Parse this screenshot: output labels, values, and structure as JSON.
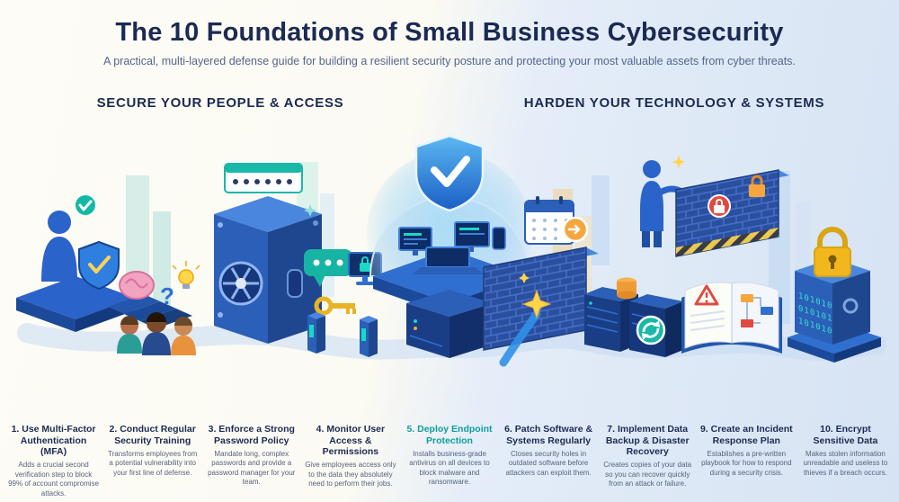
{
  "header": {
    "title": "The 10 Foundations of Small Business Cybersecurity",
    "subtitle": "A practical, multi-layered defense guide for building a resilient security posture and protecting your most valuable assets from cyber threats."
  },
  "sections": {
    "left": "SECURE YOUR PEOPLE & ACCESS",
    "right": "HARDEN YOUR TECHNOLOGY & SYSTEMS"
  },
  "items": [
    {
      "title": "1. Use Multi-Factor Authentication (MFA)",
      "desc": "Adds a crucial second verification step to block 99% of account compromise attacks."
    },
    {
      "title": "2. Conduct Regular Security Training",
      "desc": "Transforms employees from a potential vulnerability into your first line of defense."
    },
    {
      "title": "3. Enforce a Strong Password Policy",
      "desc": "Mandate long, complex passwords and provide a password manager for your team."
    },
    {
      "title": "4. Monitor User Access & Permissions",
      "desc": "Give employees access only to the data they absolutely need to perform their jobs."
    },
    {
      "title": "5. Deploy Endpoint Protection",
      "desc": "Installs business-grade antivirus on all devices to block malware and ransomware."
    },
    {
      "title": "6. Patch Software & Systems Regularly",
      "desc": "Closes security holes in outdated software before attackers can exploit them."
    },
    {
      "title": "7. Implement Data Backup & Disaster Recovery",
      "desc": "Creates copies of your data so you can recover quickly from an attack or failure."
    },
    {
      "title": "9. Create an Incident Response Plan",
      "desc": "Establishes a pre-written playbook for how to respond during a security crisis."
    },
    {
      "title": "10. Encrypt Sensitive Data",
      "desc": "Makes stolen information unreadable and useless to thieves if a breach occurs."
    }
  ],
  "illustration": {
    "question_mark": "?",
    "binary_rows": [
      "101010",
      "010101",
      "101010"
    ],
    "icons": [
      "check-badge-icon",
      "mfa-person-icon",
      "mfa-shield-icon",
      "training-brain-icon",
      "lightbulb-icon",
      "employees-icon",
      "vault-icon",
      "password-field-icon",
      "password-bubble-icon",
      "access-key-icon",
      "access-gates-icon",
      "monitor-lock-icon",
      "endpoint-shield-icon",
      "workstations-icon",
      "server-tower-icon",
      "patch-calendar-icon",
      "patch-star-icon",
      "firewall-wall-icon",
      "backup-servers-icon",
      "backup-refresh-icon",
      "incident-person-icon",
      "incident-wall-icon",
      "response-book-icon",
      "warning-triangle-icon",
      "flowchart-icon",
      "encryption-padlock-icon",
      "encrypted-safe-icon"
    ]
  },
  "colors": {
    "navy": "#1b2a52",
    "accent_teal": "#0f9e99",
    "desc_gray": "#56627e",
    "blue_mid": "#2f6fd0",
    "blue_dark": "#1a3e85",
    "gold": "#f2b71c",
    "orange": "#f6a63c",
    "alert_red": "#e04a3f",
    "bg_left": "#fdfcf6",
    "bg_right": "#d6e3f3"
  }
}
